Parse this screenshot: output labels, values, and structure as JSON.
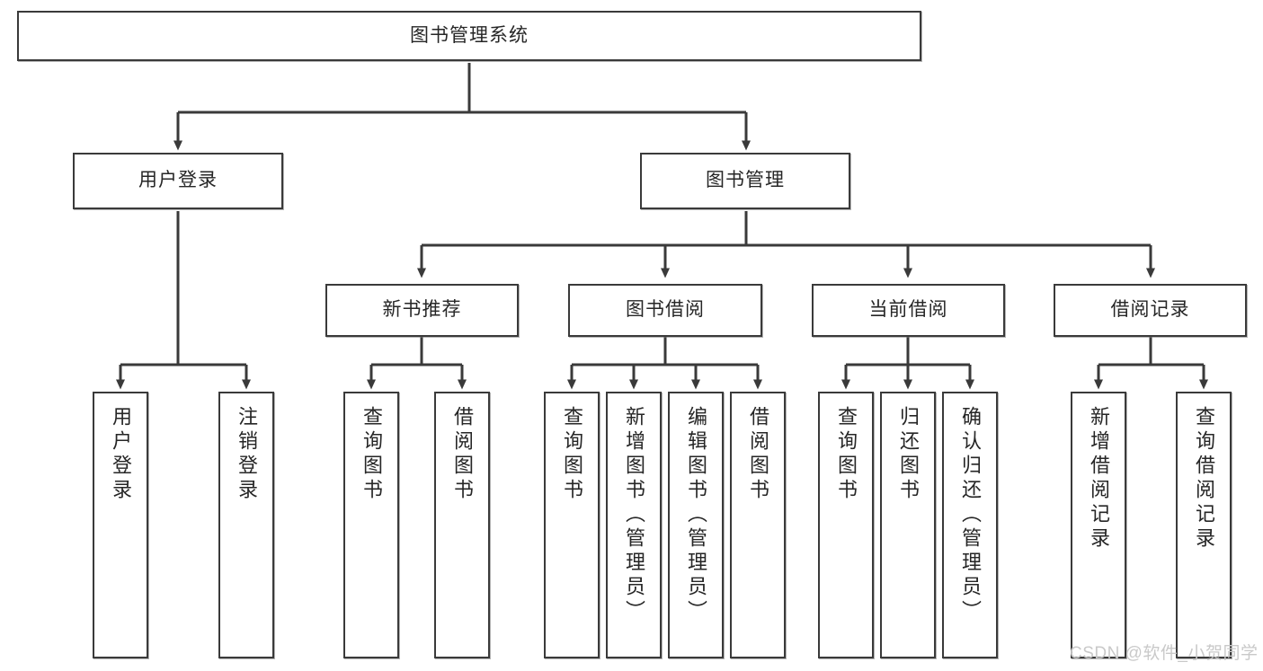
{
  "diagram": {
    "type": "tree",
    "title": "图书管理系统",
    "root": {
      "id": "root",
      "label": "图书管理系统"
    },
    "level2": [
      {
        "id": "user-login",
        "label": "用户登录"
      },
      {
        "id": "book-manage",
        "label": "图书管理"
      }
    ],
    "level3": [
      {
        "id": "new-book-rec",
        "label": "新书推荐",
        "parent": "book-manage"
      },
      {
        "id": "book-borrow",
        "label": "图书借阅",
        "parent": "book-manage"
      },
      {
        "id": "current-borrow",
        "label": "当前借阅",
        "parent": "book-manage"
      },
      {
        "id": "borrow-record",
        "label": "借阅记录",
        "parent": "book-manage"
      }
    ],
    "leaves": [
      {
        "id": "leaf-user-login",
        "label": "用户登录",
        "parent": "user-login"
      },
      {
        "id": "leaf-user-logout",
        "label": "注销登录",
        "parent": "user-login"
      },
      {
        "id": "leaf-query-book-1",
        "label": "查询图书",
        "parent": "new-book-rec"
      },
      {
        "id": "leaf-borrow-book-1",
        "label": "借阅图书",
        "parent": "new-book-rec"
      },
      {
        "id": "leaf-query-book-2",
        "label": "查询图书",
        "parent": "book-borrow"
      },
      {
        "id": "leaf-add-book",
        "label": "新增图书（管理员）",
        "parent": "book-borrow"
      },
      {
        "id": "leaf-edit-book",
        "label": "编辑图书（管理员）",
        "parent": "book-borrow"
      },
      {
        "id": "leaf-borrow-book-2",
        "label": "借阅图书",
        "parent": "book-borrow"
      },
      {
        "id": "leaf-query-book-3",
        "label": "查询图书",
        "parent": "current-borrow"
      },
      {
        "id": "leaf-return-book",
        "label": "归还图书",
        "parent": "current-borrow"
      },
      {
        "id": "leaf-confirm-return",
        "label": "确认归还（管理员）",
        "parent": "current-borrow"
      },
      {
        "id": "leaf-add-record",
        "label": "新增借阅记录",
        "parent": "borrow-record"
      },
      {
        "id": "leaf-query-record",
        "label": "查询借阅记录",
        "parent": "borrow-record"
      }
    ],
    "colors": {
      "box_border": "#3a3a3a",
      "box_fill": "#ffffff",
      "connector": "#3a3a3a",
      "text": "#262626",
      "watermark": "#c9c9c9",
      "background": "#ffffff"
    }
  },
  "watermark": {
    "text": "CSDN @软件_小贺同学"
  }
}
